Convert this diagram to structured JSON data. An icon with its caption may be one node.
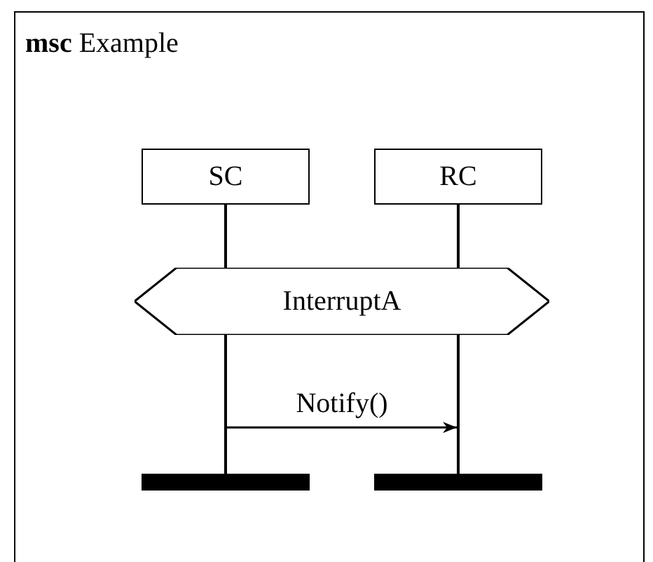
{
  "diagram": {
    "nodes": [
      {
        "text": [
          "**msc** Example"
        ]
      },
      {
        "text": [
          "SC"
        ],
        "in": 0
      },
      {
        "text": [
          "RC"
        ],
        "in": 0
      },
      {
        "text": [],
        "shape": "line",
        "in": 0
      },
      {
        "text": [],
        "shape": "line",
        "in": 0
      },
      {
        "text": [
          "InterruptA"
        ],
        "in": 0
      },
      {
        "text": [],
        "shape": "line",
        "in": 0
      },
      {
        "text": [],
        "shape": "line",
        "in": 0
      },
      {
        "text": [],
        "shape": "bar",
        "in": 0
      },
      {
        "text": [],
        "shape": "bar",
        "in": 0
      }
    ],
    "edges": [
      {
        "from": 6,
        "to": 7,
        "label": "Notify()",
        "arrow": "to"
      }
    ]
  }
}
